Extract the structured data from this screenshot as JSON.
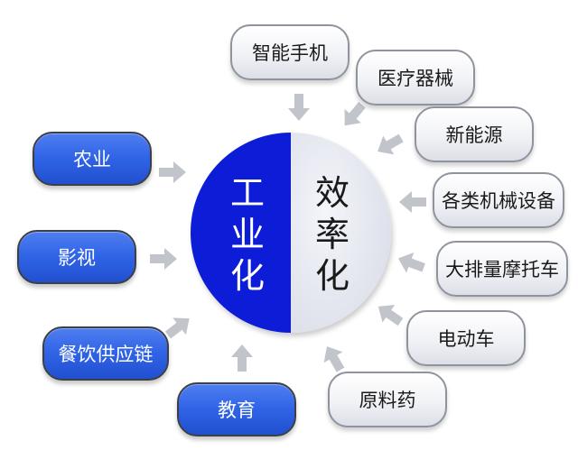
{
  "center": {
    "left_text": [
      "工",
      "业",
      "化"
    ],
    "right_text": [
      "效",
      "率",
      "化"
    ],
    "left_color": "#0b1fd6",
    "right_color": "#e4e6f0"
  },
  "left_nodes": [
    {
      "label": "农业"
    },
    {
      "label": "影视"
    },
    {
      "label": "餐饮供应链"
    },
    {
      "label": "教育"
    }
  ],
  "right_nodes": [
    {
      "label": "智能手机"
    },
    {
      "label": "医疗器械"
    },
    {
      "label": "新能源"
    },
    {
      "label": "各类机械设备"
    },
    {
      "label": "大排量摩托车"
    },
    {
      "label": "电动车"
    },
    {
      "label": "原料药"
    }
  ],
  "colors": {
    "blue_pill": "#2f63e6",
    "gray_pill": "#eceef3",
    "arrow": "#c2c4cb"
  }
}
